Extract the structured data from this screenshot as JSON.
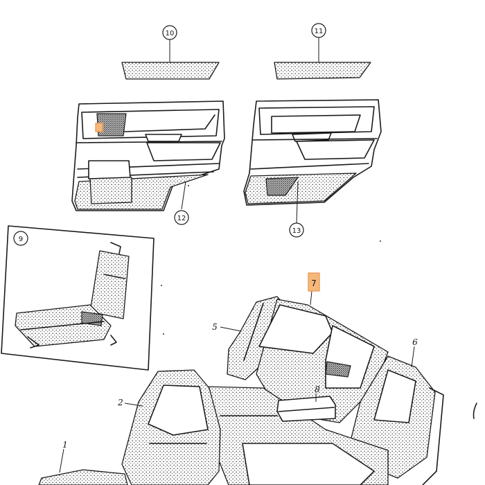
{
  "labels": {
    "p1": "1",
    "p2": "2",
    "p5": "5",
    "p6": "6",
    "p7": "7",
    "p8": "8",
    "p9": "9",
    "p10": "10",
    "p11": "11",
    "p12": "12",
    "p13": "13"
  },
  "colors": {
    "highlight_fill": "#f5b87a",
    "highlight_stroke": "#e8944a",
    "line": "#1a1a1a"
  }
}
